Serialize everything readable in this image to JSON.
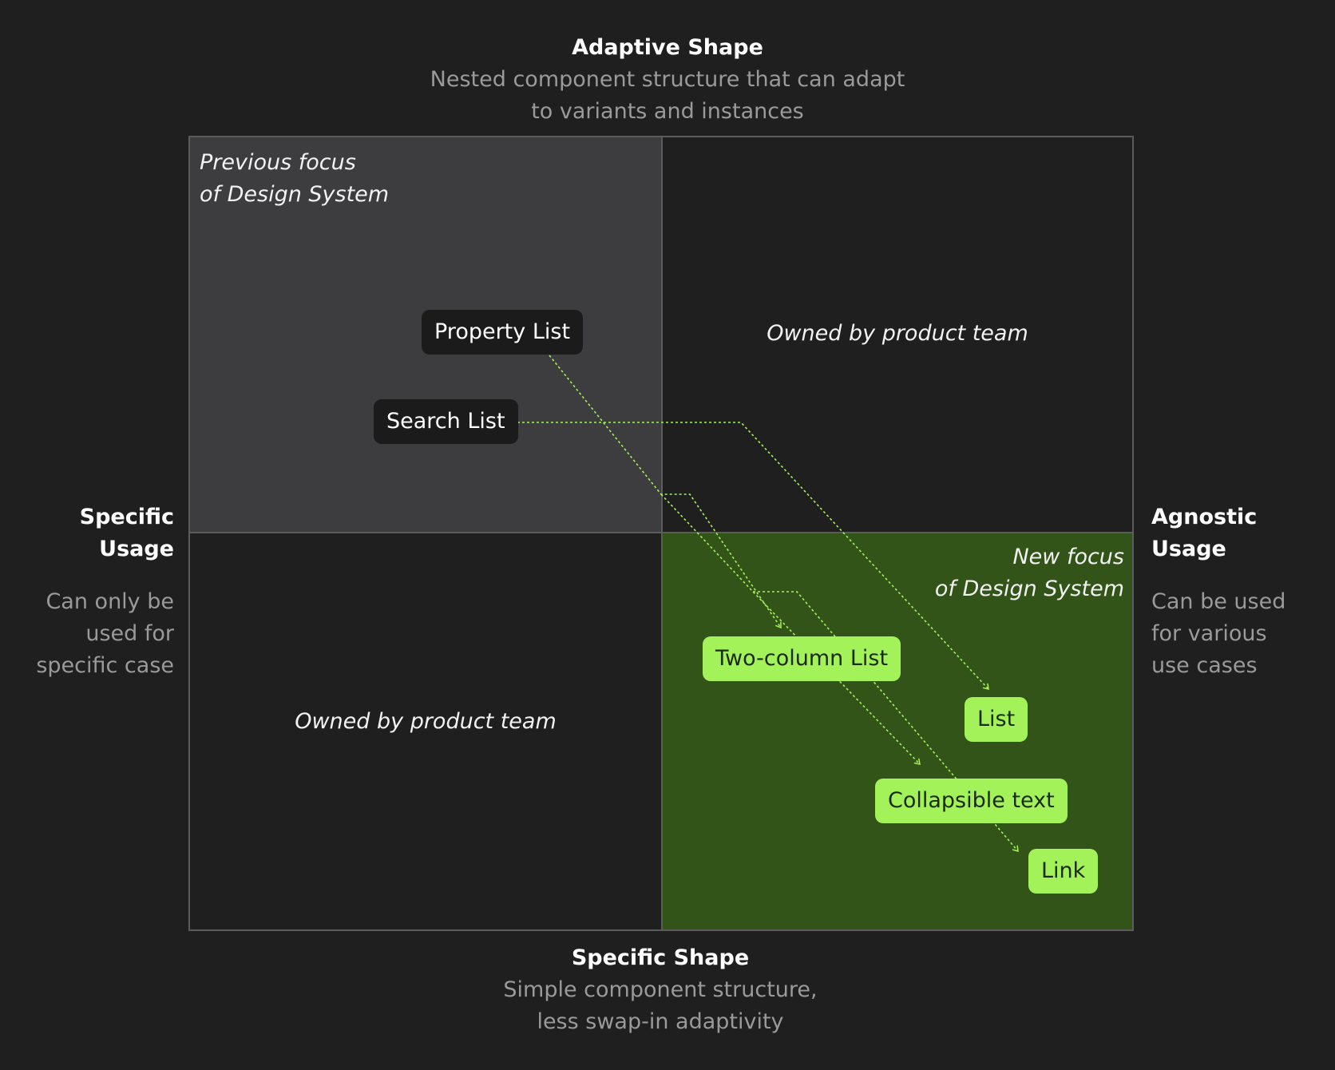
{
  "top_axis": {
    "title": "Adaptive Shape",
    "subtitle_line1": "Nested component structure that can adapt",
    "subtitle_line2": "to variants and instances"
  },
  "bottom_axis": {
    "title": "Specific Shape",
    "subtitle_line1": "Simple component structure,",
    "subtitle_line2": "less swap-in adaptivity"
  },
  "left_axis": {
    "title_line1": "Specific",
    "title_line2": "Usage",
    "subtitle_line1": "Can only be",
    "subtitle_line2": "used for",
    "subtitle_line3": "specific case"
  },
  "right_axis": {
    "title_line1": "Agnostic",
    "title_line2": "Usage",
    "subtitle_line1": "Can be used",
    "subtitle_line2": "for various",
    "subtitle_line3": "use cases"
  },
  "quadrants": {
    "top_left": {
      "label_line1": "Previous focus",
      "label_line2": "of Design System"
    },
    "top_right": {
      "label": "Owned by product team"
    },
    "bottom_left": {
      "label": "Owned by product team"
    },
    "bottom_right": {
      "label_line1": "New focus",
      "label_line2": "of Design System"
    }
  },
  "components": {
    "property_list": "Property List",
    "search_list": "Search List",
    "two_column_list": "Two-column List",
    "list": "List",
    "collapsible_text": "Collapsible text",
    "link": "Link"
  },
  "colors": {
    "background": "#1f1f1f",
    "previous_focus_fill": "#3d3d3f",
    "new_focus_fill": "#335418",
    "accent_green": "#a3f25a",
    "grid_line": "#5c5c5c"
  }
}
